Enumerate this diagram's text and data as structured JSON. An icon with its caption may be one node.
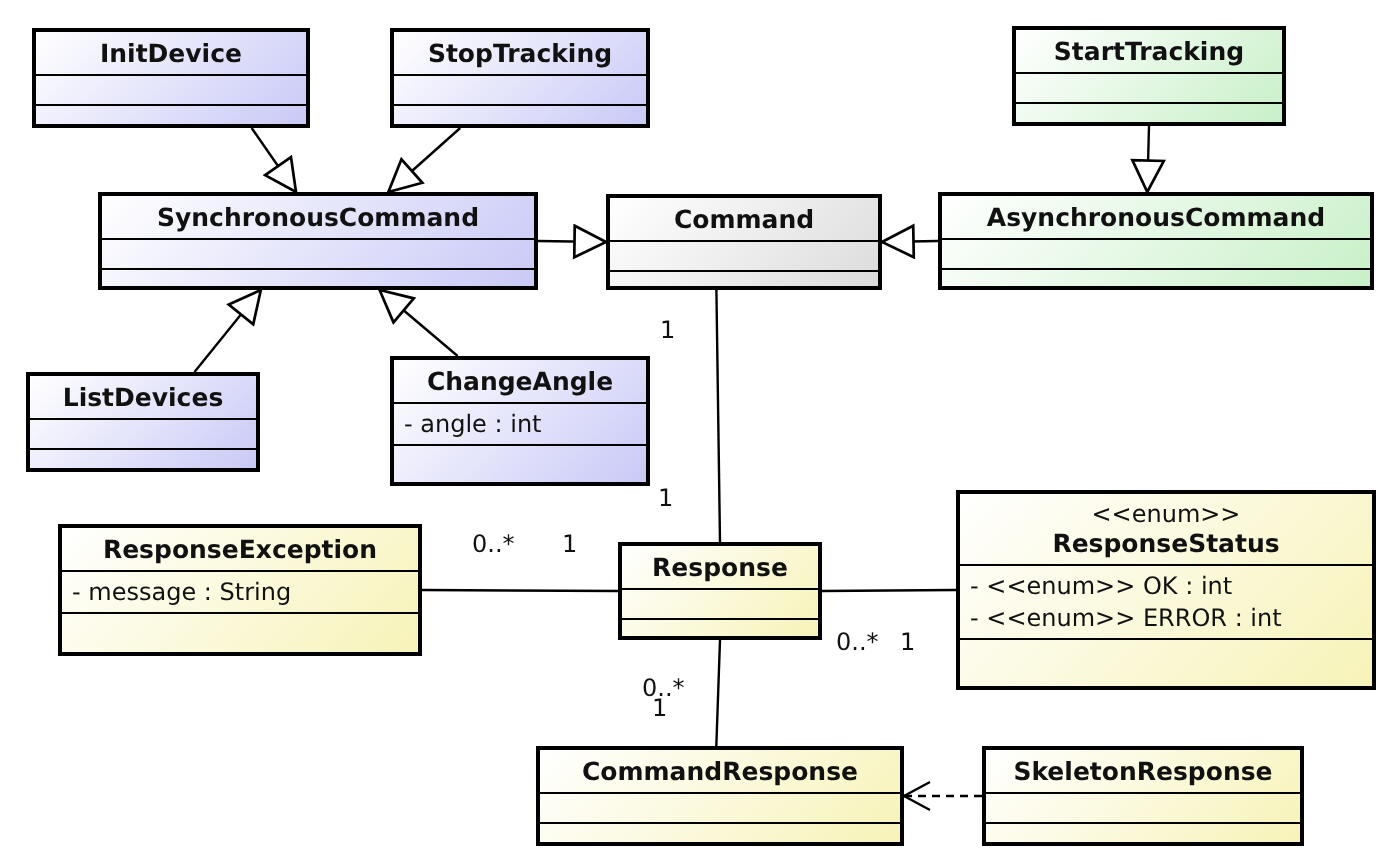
{
  "diagram": {
    "nodes": [
      {
        "text": [
          "InitDevice"
        ]
      },
      {
        "text": [
          "StopTracking"
        ]
      },
      {
        "text": [
          "StartTracking"
        ]
      },
      {
        "text": [
          "SynchronousCommand"
        ]
      },
      {
        "text": [
          "Command"
        ]
      },
      {
        "text": [
          "AsynchronousCommand"
        ]
      },
      {
        "text": [
          "ListDevices"
        ]
      },
      {
        "text": [
          "ChangeAngle",
          "- angle : int"
        ]
      },
      {
        "text": [
          "ResponseException",
          "- message : String"
        ]
      },
      {
        "text": [
          "Response"
        ]
      },
      {
        "text": [
          "<<enum>>",
          "ResponseStatus",
          "- <<enum>> OK : int",
          "- <<enum>> ERROR : int"
        ]
      },
      {
        "text": [
          "CommandResponse"
        ]
      },
      {
        "text": [
          "SkeletonResponse"
        ]
      }
    ],
    "edges": [
      {
        "from": 0,
        "to": 3,
        "arrow": "to"
      },
      {
        "from": 1,
        "to": 3,
        "arrow": "to"
      },
      {
        "from": 2,
        "to": 5,
        "arrow": "to"
      },
      {
        "from": 6,
        "to": 3,
        "arrow": "to"
      },
      {
        "from": 7,
        "to": 3,
        "arrow": "to"
      },
      {
        "from": 3,
        "to": 4,
        "arrow": "to"
      },
      {
        "from": 5,
        "to": 4,
        "arrow": "to"
      },
      {
        "from": 4,
        "to": 9,
        "arrow": "none"
      },
      {
        "from": 8,
        "to": 9,
        "arrow": "none"
      },
      {
        "from": 9,
        "to": 10,
        "arrow": "none"
      },
      {
        "from": 9,
        "to": 11,
        "arrow": "none"
      },
      {
        "from": 12,
        "to": 11,
        "arrow": "to",
        "style": "dashed"
      }
    ],
    "labels": [
      "1",
      "1",
      "0..*",
      "1",
      "0..*",
      "1",
      "0..*",
      "1"
    ]
  }
}
